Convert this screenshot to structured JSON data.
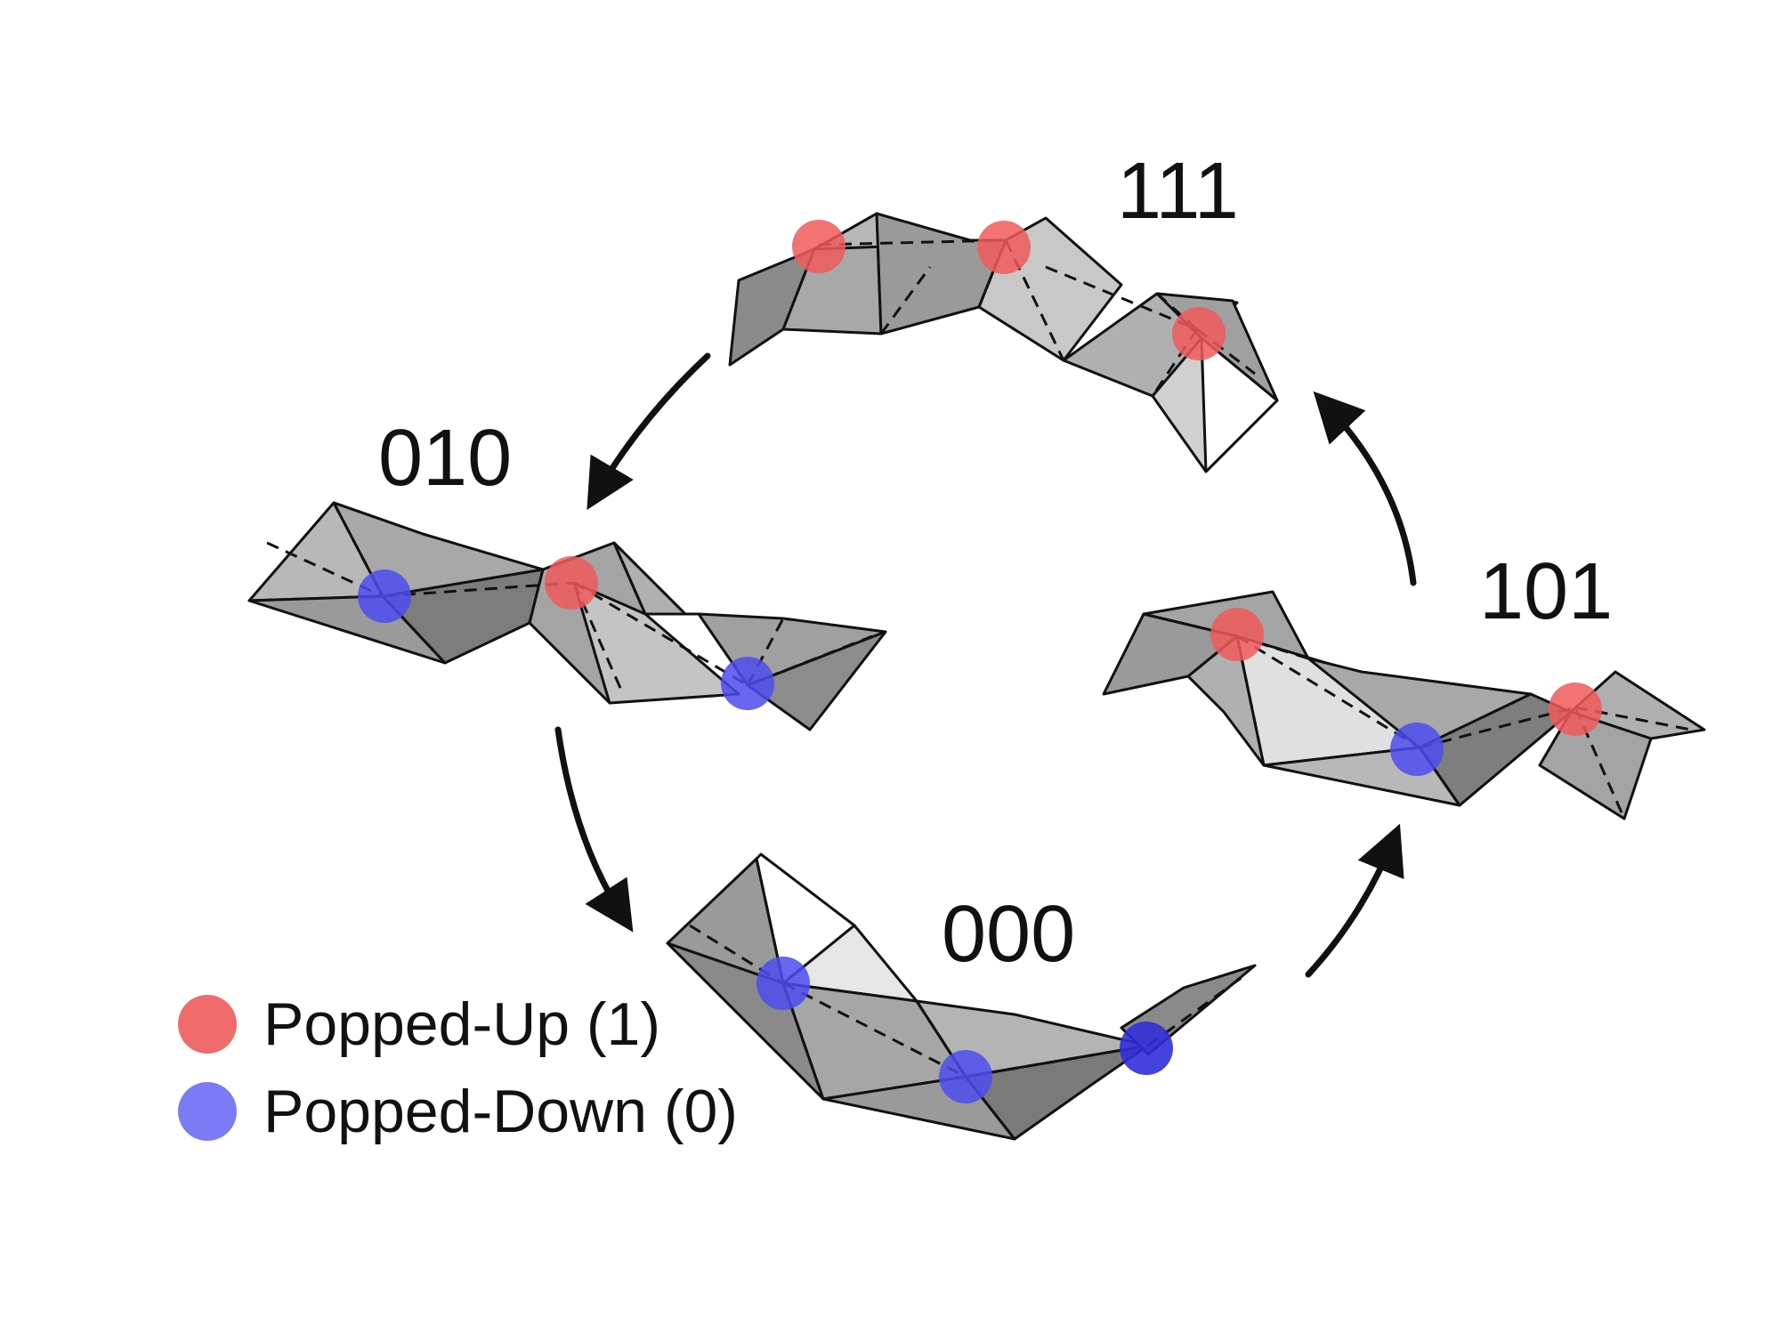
{
  "states": [
    {
      "id": "s111",
      "label": "111"
    },
    {
      "id": "s010",
      "label": "010"
    },
    {
      "id": "s000",
      "label": "000"
    },
    {
      "id": "s101",
      "label": "101"
    }
  ],
  "legend": {
    "up_label": "Popped-Up (1)",
    "down_label": "Popped-Down (0)"
  },
  "colors": {
    "popped_up": "#f05a5a",
    "popped_down": "#4c4cf0",
    "panel_dark": "#7f7f7f",
    "panel_mid": "#a6a6a6",
    "panel_light": "#c8c8c8",
    "panel_pale": "#e6e6e6",
    "arrow": "#111111"
  },
  "cycle": [
    "010",
    "000",
    "101",
    "111",
    "010"
  ]
}
